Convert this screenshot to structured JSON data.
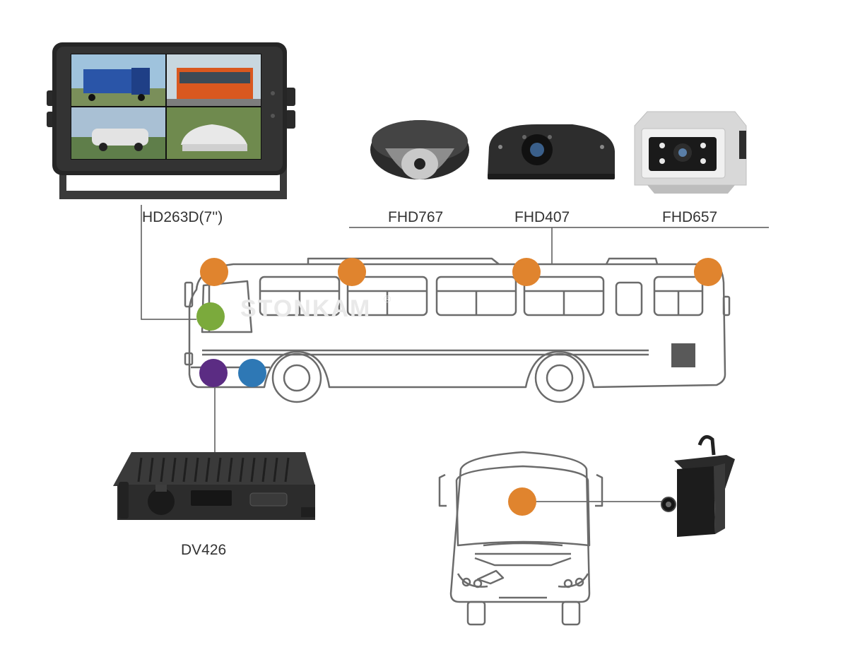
{
  "labels": {
    "monitor": "HD263D(7'')",
    "cam_dome": "FHD767",
    "cam_bar": "FHD407",
    "cam_box": "FHD657",
    "dvr": "DV426"
  },
  "watermark": {
    "text": "STONKAM",
    "mark": "®"
  },
  "colors": {
    "orange": "#E0842E",
    "green": "#7BAA3C",
    "purple": "#5B2C83",
    "blue": "#2E78B5",
    "line": "#555555",
    "outline": "#6b6b6b"
  },
  "markers": [
    {
      "name": "roof-camera-front",
      "color": "orange"
    },
    {
      "name": "roof-camera-2",
      "color": "orange"
    },
    {
      "name": "roof-camera-3",
      "color": "orange"
    },
    {
      "name": "roof-camera-rear",
      "color": "orange"
    },
    {
      "name": "monitor-position",
      "color": "green"
    },
    {
      "name": "dvr-position",
      "color": "purple"
    },
    {
      "name": "extra-position",
      "color": "blue"
    },
    {
      "name": "front-view-camera",
      "color": "orange"
    }
  ],
  "icons": [
    "monitor-icon",
    "dome-camera-icon",
    "bar-camera-icon",
    "box-camera-icon",
    "dvr-icon",
    "mini-camera-icon",
    "bus-side-icon",
    "bus-front-icon"
  ]
}
